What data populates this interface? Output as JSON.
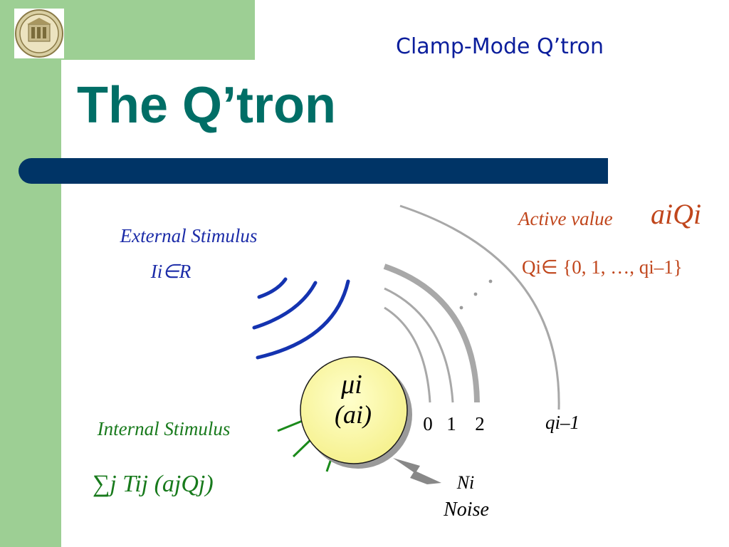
{
  "header": {
    "subtitle": "Clamp-Mode Q’tron",
    "title": "The Q’tron",
    "logo_icon": "university-seal-icon"
  },
  "diagram": {
    "external_stimulus": {
      "label": "External Stimulus",
      "formula": "Ii∈R"
    },
    "internal_stimulus": {
      "label": "Internal Stimulus",
      "formula": "∑j Tij (ajQj)"
    },
    "active_value": {
      "label": "Active value",
      "formula": "aiQi",
      "set": "Qi∈ {0, 1, …, qi–1}"
    },
    "neuron": {
      "mu": "μi",
      "arg": "(ai)"
    },
    "levels": [
      "0",
      "1",
      "2"
    ],
    "level_max": "qi–1",
    "noise": {
      "symbol": "Ni",
      "label": "Noise"
    },
    "colors": {
      "title": "#006e66",
      "subtitle": "#0b1e9c",
      "external": "#1c2ca8",
      "internal": "#187a1c",
      "active": "#c0461c",
      "neuron_fill": "#ffffa6",
      "band": "#003466",
      "side_bar": "#9dcf94"
    }
  }
}
